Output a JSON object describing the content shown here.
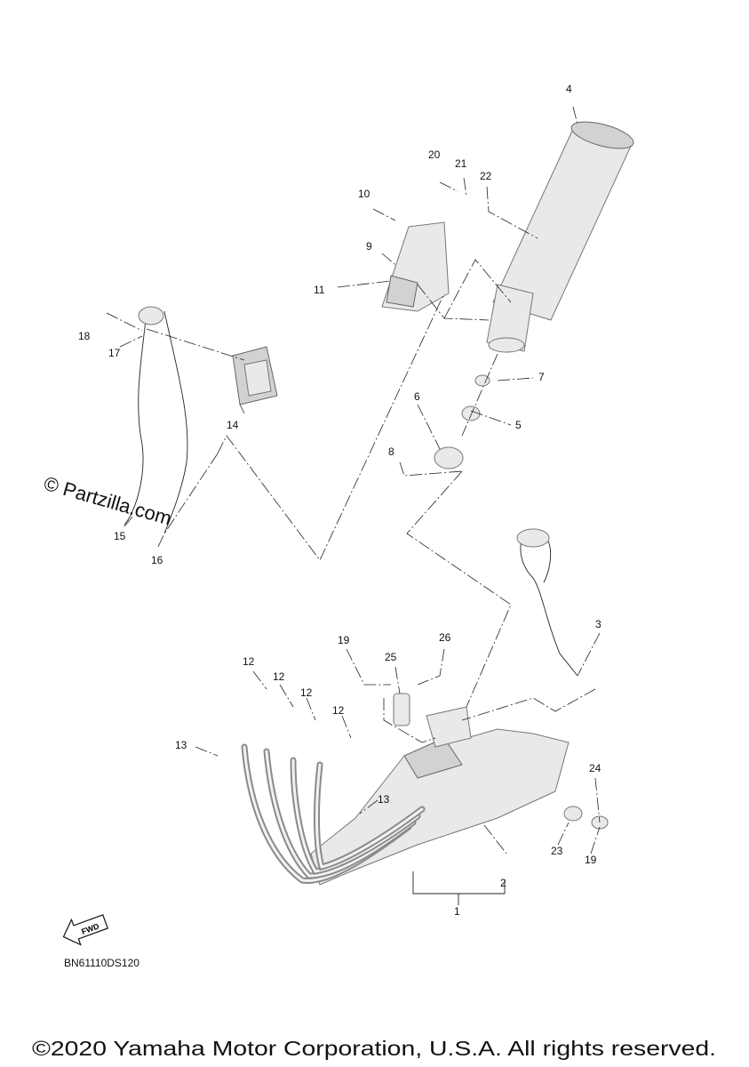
{
  "diagram": {
    "watermark": "© Partzilla.com",
    "fwd_label": "FWD",
    "diagram_code": "BN61110DS120",
    "copyright": "©2020 Yamaha Motor Corporation, U.S.A. All rights reserved."
  },
  "callouts": {
    "c4": "4",
    "c20": "20",
    "c21": "21",
    "c22": "22",
    "c10": "10",
    "c9": "9",
    "c11": "11",
    "c18": "18",
    "c17": "17",
    "c14": "14",
    "c7": "7",
    "c5": "5",
    "c6": "6",
    "c8": "8",
    "c15": "15",
    "c16": "16",
    "c3": "3",
    "c19a": "19",
    "c25": "25",
    "c26": "26",
    "c12a": "12",
    "c12b": "12",
    "c12c": "12",
    "c12d": "12",
    "c13a": "13",
    "c13b": "13",
    "c24": "24",
    "c23": "23",
    "c19b": "19",
    "c2": "2",
    "c1": "1"
  }
}
